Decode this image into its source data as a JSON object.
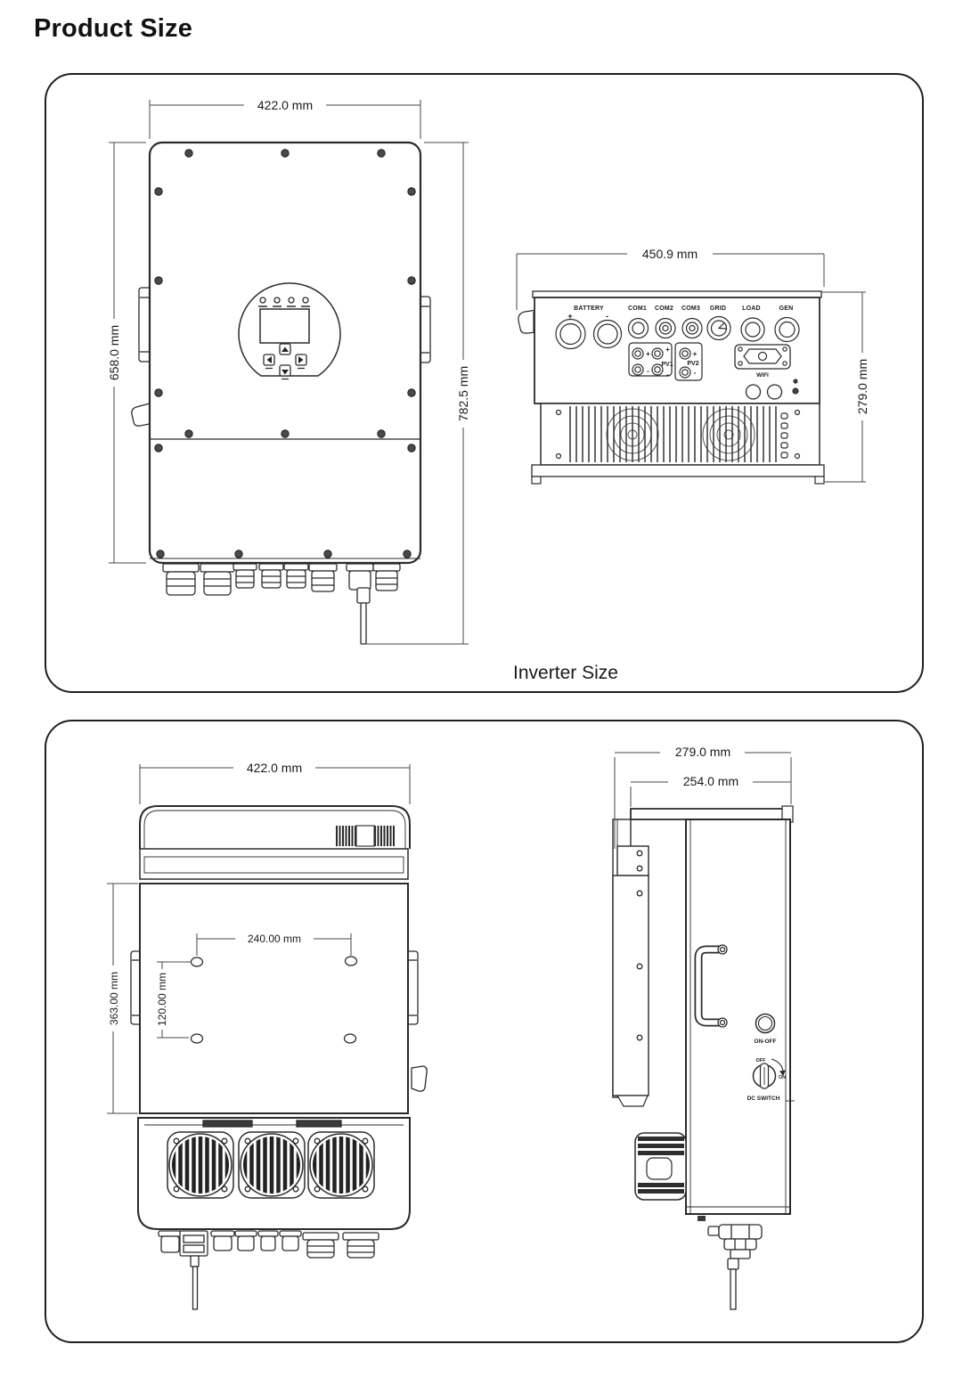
{
  "page": {
    "title": "Product Size"
  },
  "panel1": {
    "caption": "Inverter Size",
    "front_view": {
      "dim_width": "422.0 mm",
      "dim_body_height": "658.0 mm",
      "dim_total_height": "782.5 mm"
    },
    "bottom_view": {
      "dim_width": "450.9 mm",
      "dim_depth": "279.0 mm",
      "labels": {
        "battery": "BATTERY",
        "plus": "+",
        "minus": "-",
        "com1": "COM1",
        "com2": "COM2",
        "com3": "COM3",
        "grid": "GRID",
        "load": "LOAD",
        "gen": "GEN",
        "pv1": "PV1",
        "pv2": "PV2",
        "wifi": "WIFI"
      }
    }
  },
  "panel2": {
    "back_view": {
      "dim_width": "422.0 mm",
      "dim_height": "363.00 mm",
      "dim_holes_horizontal": "240.00 mm",
      "dim_holes_vertical": "120.00 mm"
    },
    "side_view": {
      "dim_depth_total": "279.0 mm",
      "dim_depth_body": "254.0 mm",
      "onoff_button": "ON-OFF",
      "dc_switch": "DC SWITCH",
      "switch_off": "OFF",
      "switch_on": "ON"
    }
  }
}
